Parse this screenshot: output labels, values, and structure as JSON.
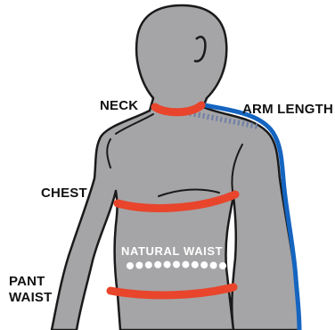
{
  "colors": {
    "skin": "#a5a5a7",
    "outline": "#1a1a1a",
    "measure_red": "#e8452c",
    "arm_blue": "#1565c0",
    "dots": "#ffffff"
  },
  "labels": {
    "neck": "NECK",
    "arm_length": "ARM LENGTH",
    "chest": "CHEST",
    "natural_waist": "NATURAL WAIST",
    "pant_waist_line1": "PANT",
    "pant_waist_line2": "WAIST"
  }
}
